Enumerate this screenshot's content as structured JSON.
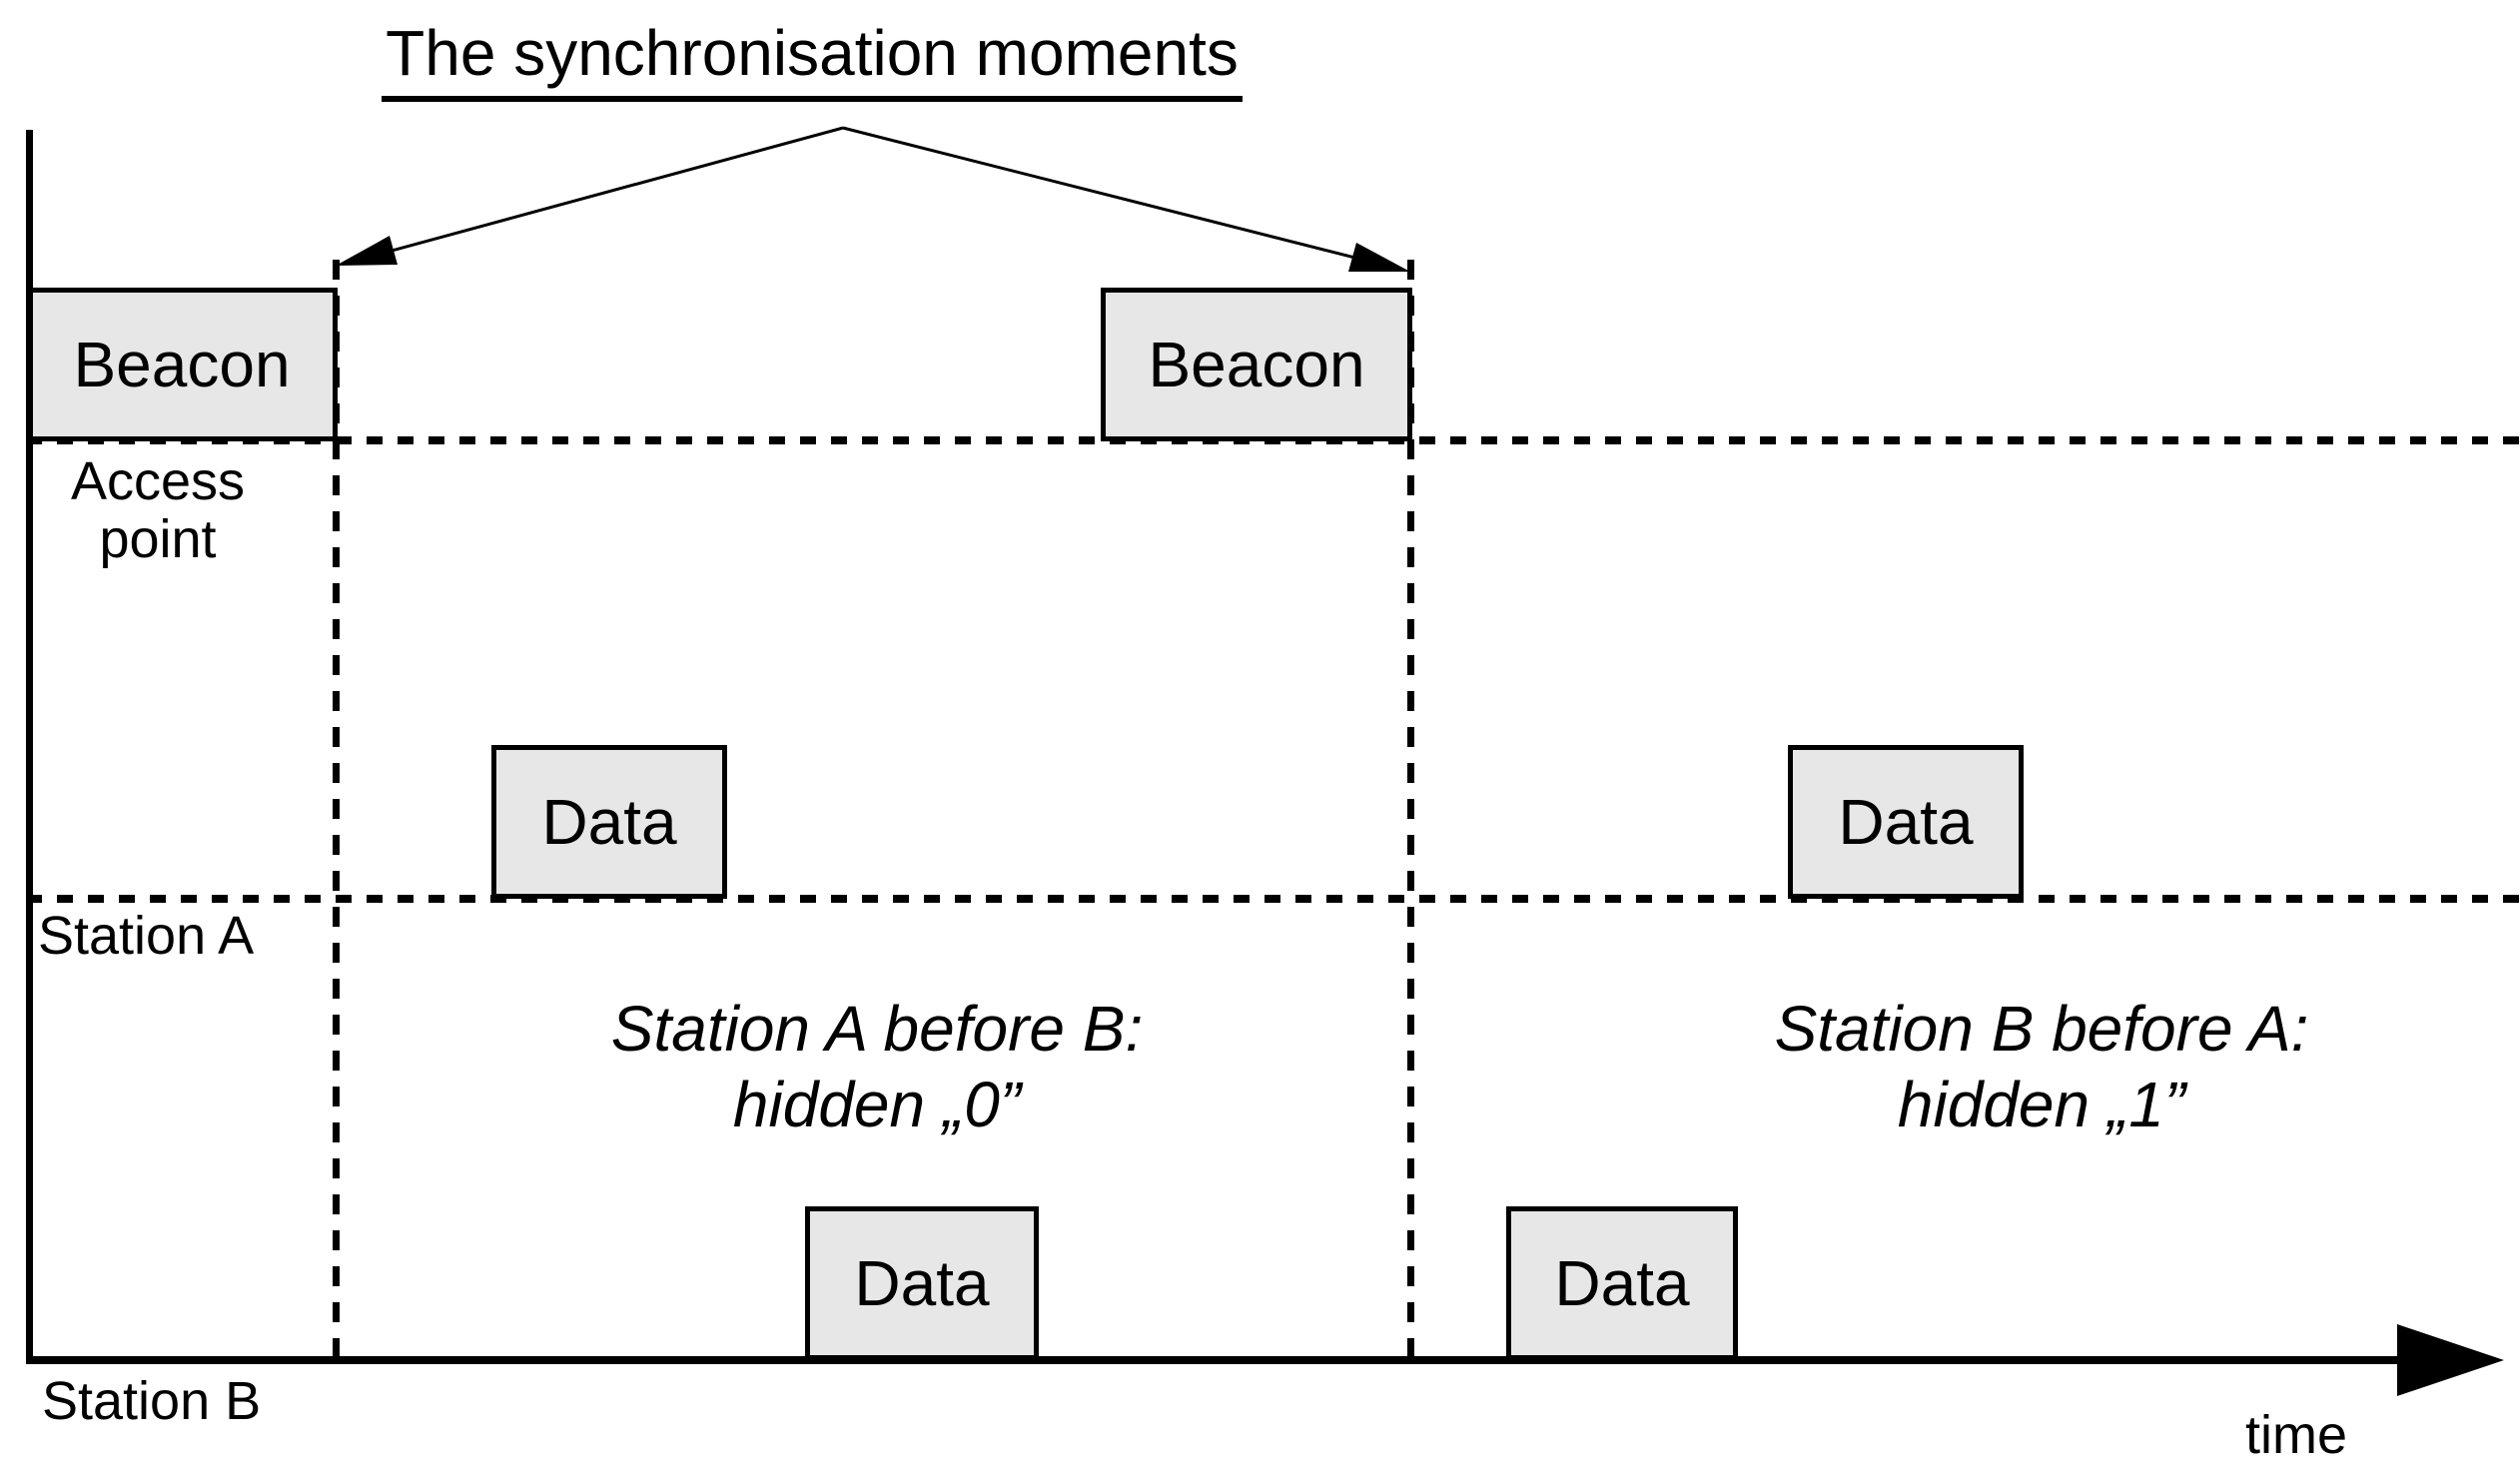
{
  "title": "The synchronisation moments",
  "lanes": {
    "access_point_line1": "Access",
    "access_point_line2": "point",
    "station_a": "Station A",
    "station_b": "Station B"
  },
  "axis": {
    "time_label": "time"
  },
  "boxes": {
    "beacon1": "Beacon",
    "beacon2": "Beacon",
    "data_a1": "Data",
    "data_a2": "Data",
    "data_b1": "Data",
    "data_b2": "Data"
  },
  "annotations": {
    "left_case_line1": "Station A before B:",
    "left_case_line2": "hidden „0”",
    "right_case_line1": "Station B before A:",
    "right_case_line2": "hidden „1”"
  },
  "colors": {
    "background": "#ffffff",
    "line": "#000000",
    "box_fill": "#e7e7e7"
  }
}
